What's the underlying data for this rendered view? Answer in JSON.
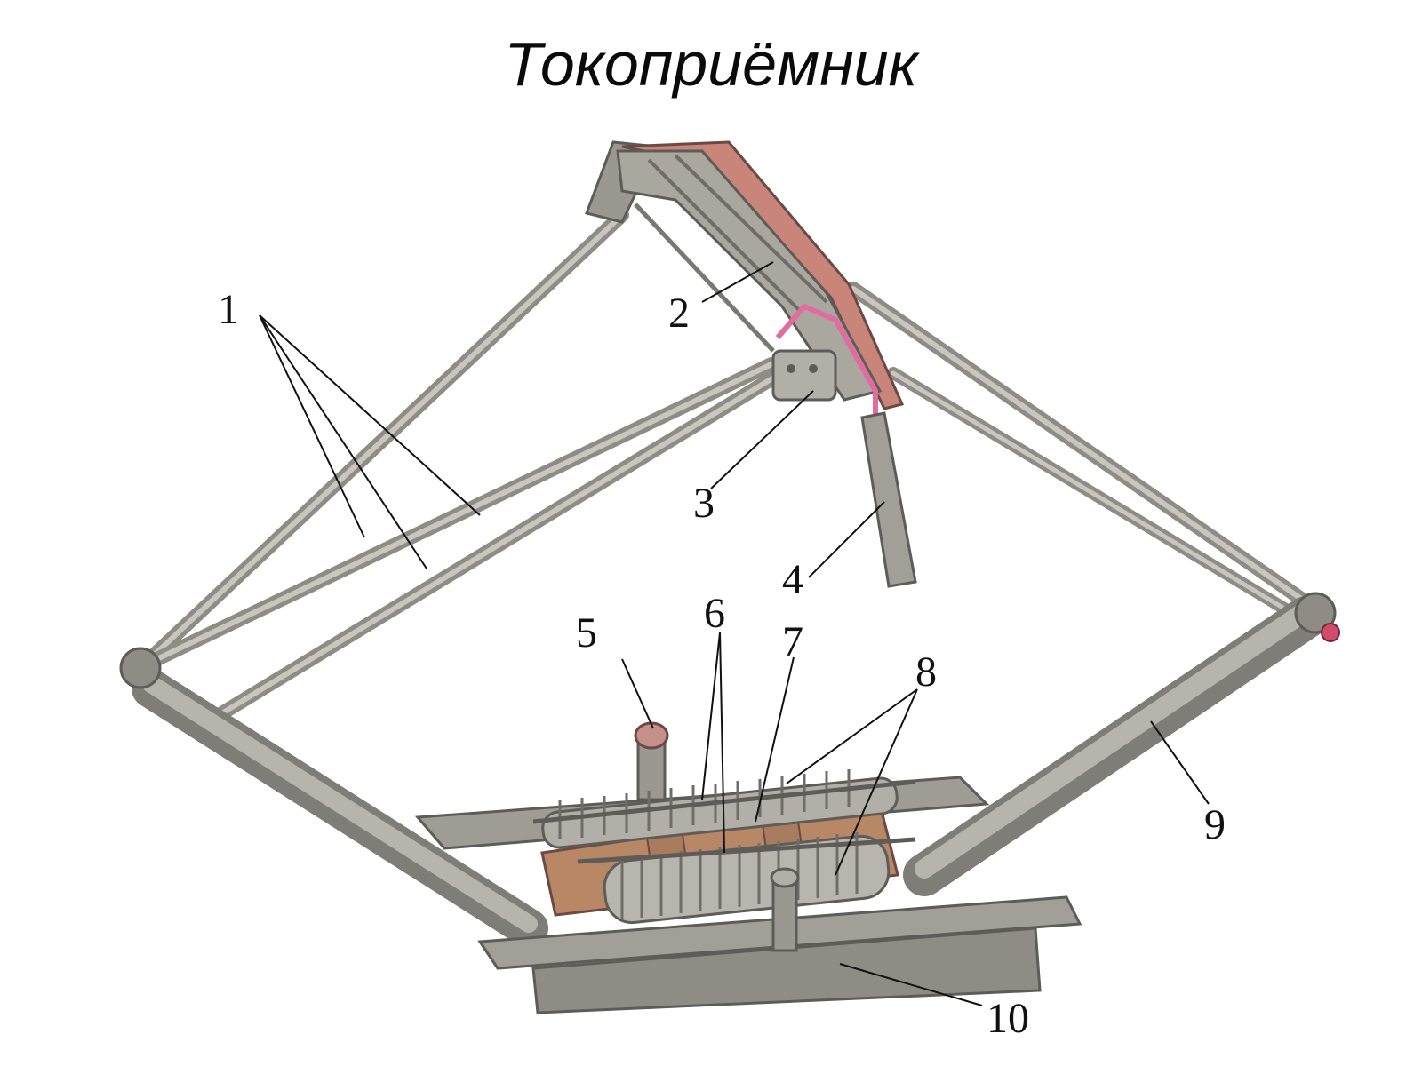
{
  "title": "Токоприёмник",
  "colors": {
    "frame": "#a6a39c",
    "frame_dark": "#6f6d68",
    "contact_strip": "#c9857a",
    "contact_highlight": "#e06ca0",
    "copper": "#b88766"
  },
  "labels": {
    "l1": "1",
    "l2": "2",
    "l3": "3",
    "l4": "4",
    "l5": "5",
    "l6": "6",
    "l7": "7",
    "l8": "8",
    "l9": "9",
    "l10": "10"
  }
}
